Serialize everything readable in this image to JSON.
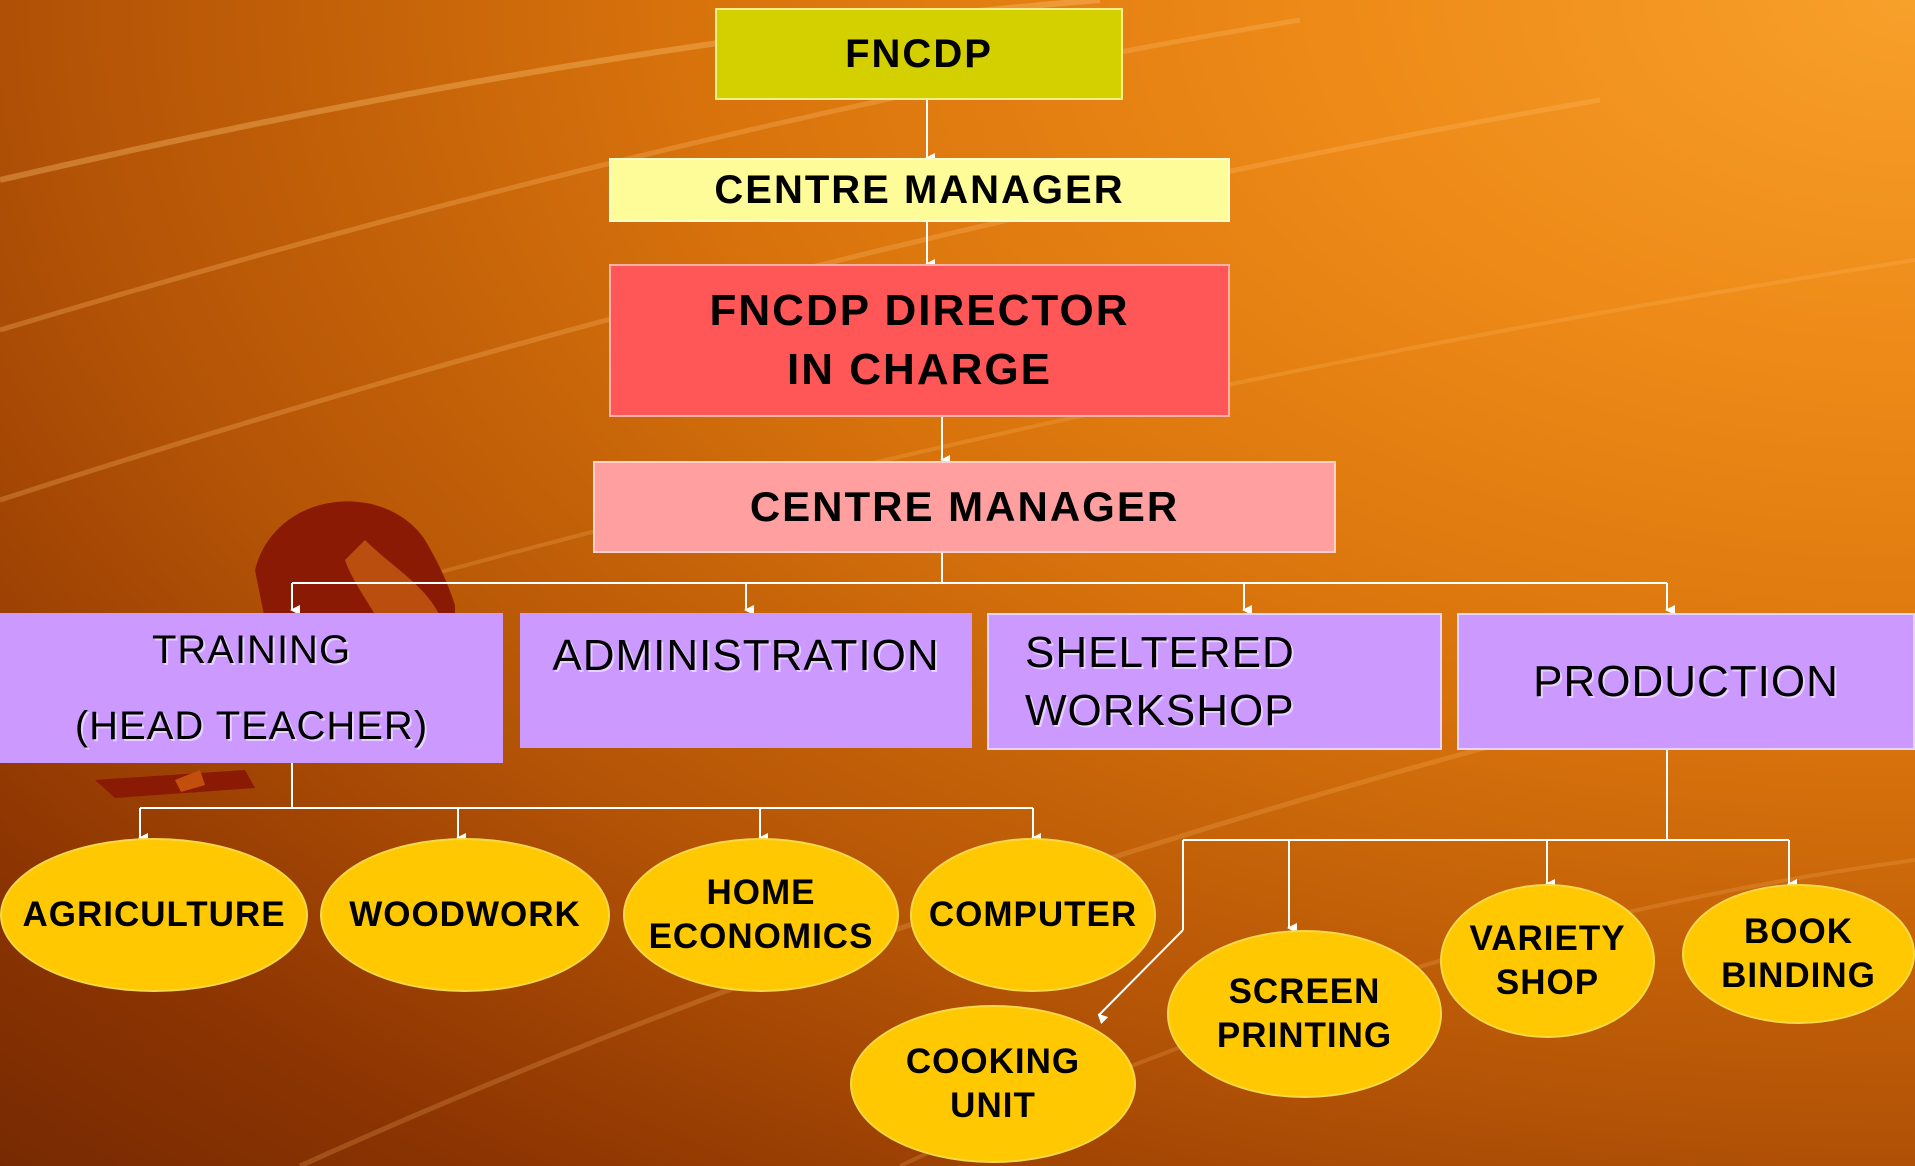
{
  "colors": {
    "top_box": "#d4d000",
    "centre_manager_1": "#fdfc98",
    "director": "#ff5657",
    "centre_manager_2": "#ff9f9f",
    "department": "#cc99ff",
    "unit_ellipse": "#ffc800",
    "connector": "#ffffff"
  },
  "nodes": {
    "fncdp": "FNCDP",
    "centre_manager_1": "CENTRE MANAGER",
    "director_line1": "FNCDP DIRECTOR",
    "director_line2": "IN CHARGE",
    "centre_manager_2": "CENTRE MANAGER"
  },
  "departments": {
    "training_line1": "TRAINING",
    "training_line2": "(HEAD TEACHER)",
    "administration": "ADMINISTRATION",
    "sheltered_line1": "SHELTERED",
    "sheltered_line2": "WORKSHOP",
    "production": "PRODUCTION"
  },
  "training_units": {
    "agriculture": "AGRICULTURE",
    "woodwork": "WOODWORK",
    "home_economics_line1": "HOME",
    "home_economics_line2": "ECONOMICS",
    "computer": "COMPUTER"
  },
  "production_units": {
    "cooking_line1": "COOKING",
    "cooking_line2": "UNIT",
    "screen_line1": "SCREEN",
    "screen_line2": "PRINTING",
    "variety_line1": "VARIETY",
    "variety_line2": "SHOP",
    "book_line1": "BOOK",
    "book_line2": "BINDING"
  },
  "icons": [
    "kneeling-figure-icon"
  ]
}
